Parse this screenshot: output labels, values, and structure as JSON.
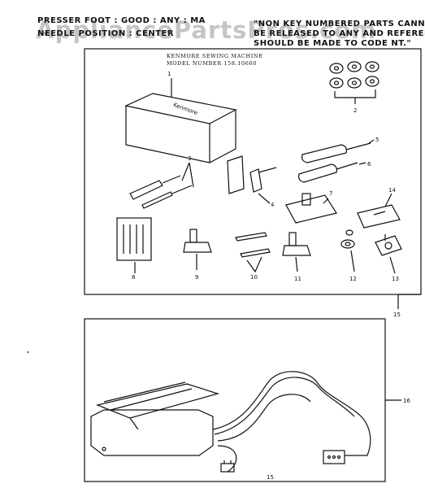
{
  "header": {
    "left_line1": "PRESSER FOOT : GOOD : ANY : MA",
    "left_line2": "NEEDLE POSITION : CENTER",
    "right_line1": "\"NON KEY NUMBERED PARTS CANNOT",
    "right_line2": "BE RELEASED TO ANY AND REFERENCE",
    "right_line3": "SHOULD BE MADE TO CODE NT.\""
  },
  "watermark": "AppliancePartsPros.com",
  "panel_top": {
    "title_line1": "KENMORE SEWING MACHINE",
    "title_line2": "MODEL NUMBER 158.10660",
    "box_brand": "Kenmore"
  },
  "callouts": {
    "c1": "1",
    "c2": "2",
    "c3": "3",
    "c4": "4",
    "c5": "5",
    "c6": "6",
    "c7": "7",
    "c8": "8",
    "c9": "9",
    "c10": "10",
    "c11": "11",
    "c12": "12",
    "c13": "13",
    "c14": "14",
    "c15": "15",
    "c16": "16",
    "c15b": "15"
  }
}
